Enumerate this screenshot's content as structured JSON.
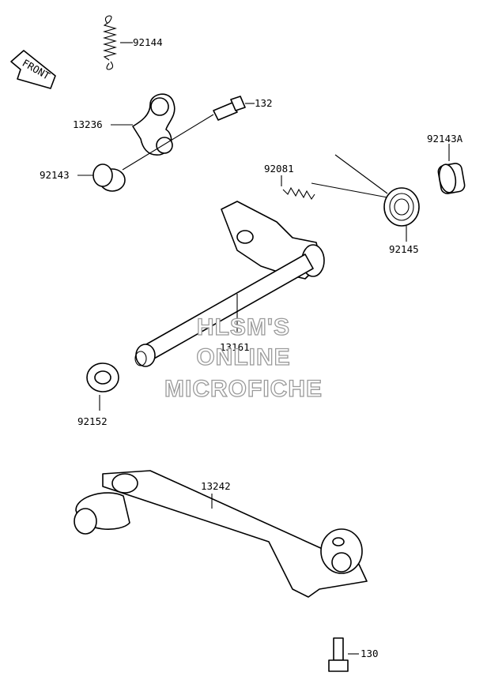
{
  "diagram": {
    "front_badge": "FRONT",
    "watermark": [
      "HLSM'S",
      "ONLINE",
      "MICROFICHE"
    ],
    "part_labels": {
      "p92144": "92144",
      "p132": "132",
      "p13236": "13236",
      "p92143": "92143",
      "p92081": "92081",
      "p92143A": "92143A",
      "p92145": "92145",
      "p13161": "13161",
      "p92152": "92152",
      "p13242": "13242",
      "p130": "130"
    }
  }
}
